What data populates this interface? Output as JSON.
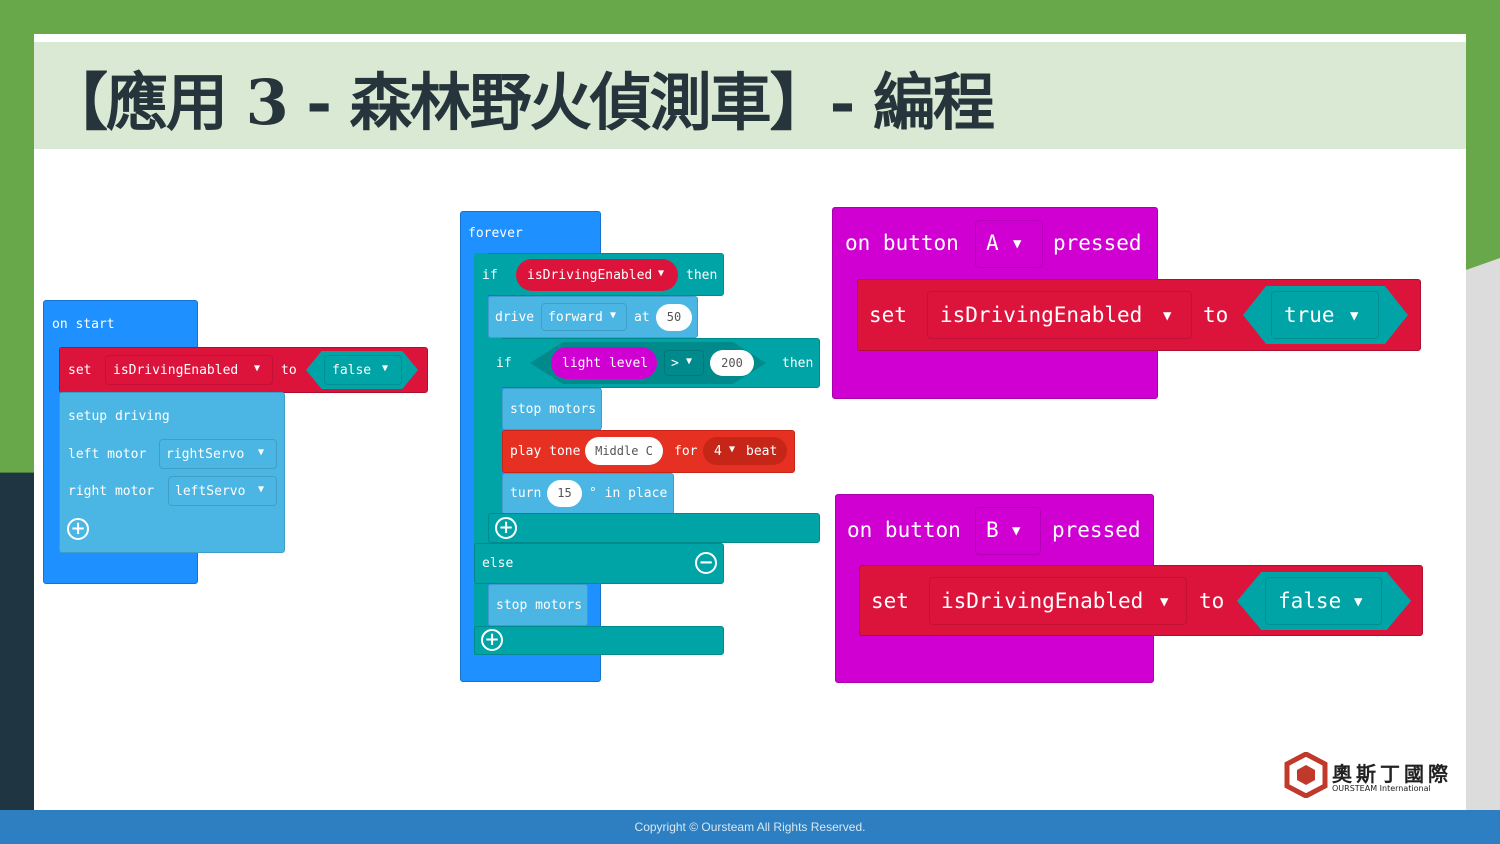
{
  "title": "【應用 3 - 森林野火偵測車】- 編程",
  "copyright": "Copyright © Oursteam All Rights Reserved.",
  "logo": {
    "cn": "奧斯丁國際",
    "en": "OURSTEAM International"
  },
  "colors": {
    "event_blue": "#1e90ff",
    "variable_red": "#dc143c",
    "logic_teal": "#00a4a6",
    "driving_blue": "#4bb6e3",
    "music_red": "#e63022",
    "input_magenta": "#cf00d1"
  },
  "on_start": {
    "hat": "on start",
    "set_label": "set",
    "variable": "isDrivingEnabled",
    "to_label": "to",
    "value": "false",
    "setup_label": "setup driving",
    "left_label": "left motor",
    "left_value": "rightServo",
    "right_label": "right motor",
    "right_value": "leftServo"
  },
  "forever": {
    "hat": "forever",
    "if_label": "if",
    "condition": "isDrivingEnabled",
    "then_label": "then",
    "drive_label": "drive",
    "direction": "forward",
    "at_label": "at",
    "speed": "50",
    "inner_if": "if",
    "sensor": "light level",
    "operator": ">",
    "threshold": "200",
    "inner_then": "then",
    "stop1": "stop motors",
    "play_label": "play tone",
    "note": "Middle C",
    "for_label": "for",
    "beats": "4",
    "beat_label": "beat",
    "turn_label": "turn",
    "degrees": "15",
    "in_place": "° in place",
    "else_label": "else",
    "stop2": "stop motors"
  },
  "button_a": {
    "on_label": "on button",
    "button": "A",
    "pressed": "pressed",
    "set_label": "set",
    "variable": "isDrivingEnabled",
    "to_label": "to",
    "value": "true"
  },
  "button_b": {
    "on_label": "on button",
    "button": "B",
    "pressed": "pressed",
    "set_label": "set",
    "variable": "isDrivingEnabled",
    "to_label": "to",
    "value": "false"
  }
}
